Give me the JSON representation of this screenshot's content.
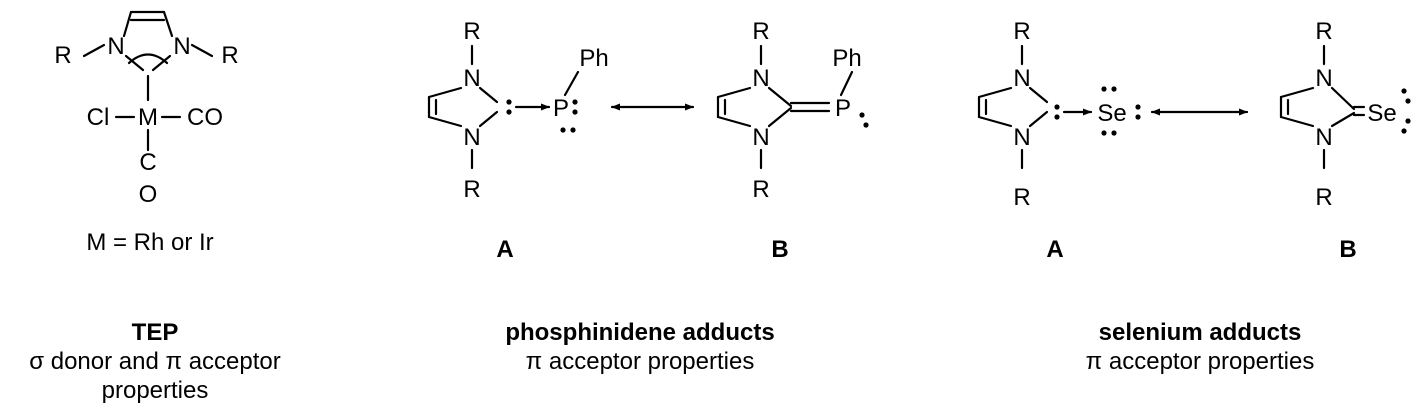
{
  "atoms": {
    "R": "R",
    "N": "N",
    "Cl": "Cl",
    "M": "M",
    "CO": "CO",
    "C": "C",
    "O": "O",
    "Ph": "Ph",
    "P": "P",
    "Se": "Se"
  },
  "tep": {
    "metal_note": "M = Rh or Ir",
    "title": "TEP",
    "desc_line1": "σ donor and π acceptor",
    "desc_line2": "properties"
  },
  "phosphinidene": {
    "label_a": "A",
    "label_b": "B",
    "title": "phosphinidene adducts",
    "desc": "π acceptor properties"
  },
  "selenium": {
    "label_a": "A",
    "label_b": "B",
    "title": "selenium adducts",
    "desc": "π acceptor properties"
  }
}
